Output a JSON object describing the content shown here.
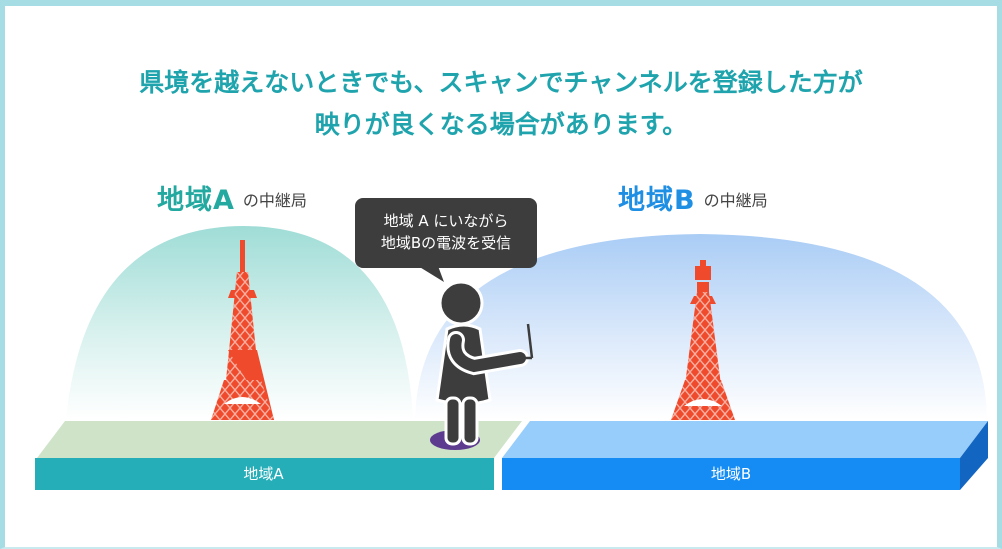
{
  "headline": {
    "line1": "県境を越えないときでも、スキャンでチャンネルを登録した方が",
    "line2": "映りが良くなる場合があります。"
  },
  "region_a": {
    "name": "地域A",
    "suffix": "の中継局"
  },
  "region_b": {
    "name": "地域B",
    "suffix": "の中継局"
  },
  "bubble": {
    "line1": "地域 A にいながら",
    "line2": "地域Bの電波を受信"
  },
  "ground": {
    "a_label": "地域A",
    "b_label": "地域B"
  },
  "colors": {
    "accent_teal": "#1fa4ad",
    "region_a": "#24a9a1",
    "region_b": "#1f8fe4",
    "tower_red": "#ef4a2c",
    "person": "#3d3d3d"
  },
  "icons": [
    "tower-icon",
    "person-icon",
    "laptop-icon"
  ]
}
